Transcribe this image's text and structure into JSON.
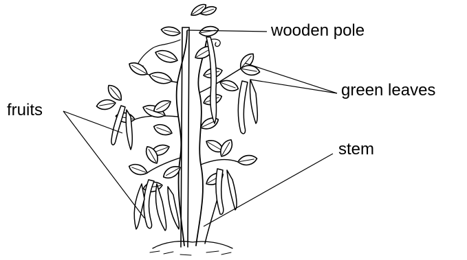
{
  "diagram": {
    "labels": {
      "wooden_pole": "wooden pole",
      "green_leaves": "green leaves",
      "fruits": "fruits",
      "stem": "stem"
    }
  }
}
